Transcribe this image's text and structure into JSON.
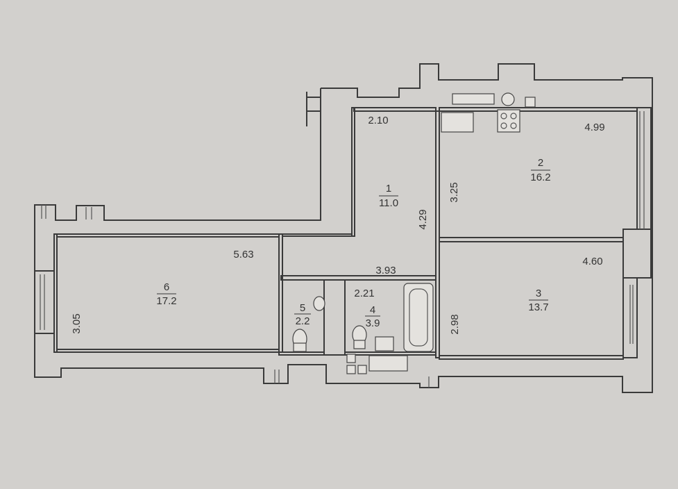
{
  "rooms": [
    {
      "number": "1",
      "area": "11.0"
    },
    {
      "number": "2",
      "area": "16.2"
    },
    {
      "number": "3",
      "area": "13.7"
    },
    {
      "number": "4",
      "area": "3.9"
    },
    {
      "number": "5",
      "area": "2.2"
    },
    {
      "number": "6",
      "area": "17.2"
    }
  ],
  "dimensions": {
    "hall_top": "2.10",
    "hall_depth": "4.29",
    "hall_width": "3.93",
    "kitchen_width": "4.99",
    "kitchen_depth": "3.25",
    "room3_width": "4.60",
    "room3_depth": "2.98",
    "bath_width": "2.21",
    "room6_width": "5.63",
    "room6_depth": "3.05"
  },
  "colors": {
    "paper": "#d2d0cd",
    "ink": "#333333"
  }
}
